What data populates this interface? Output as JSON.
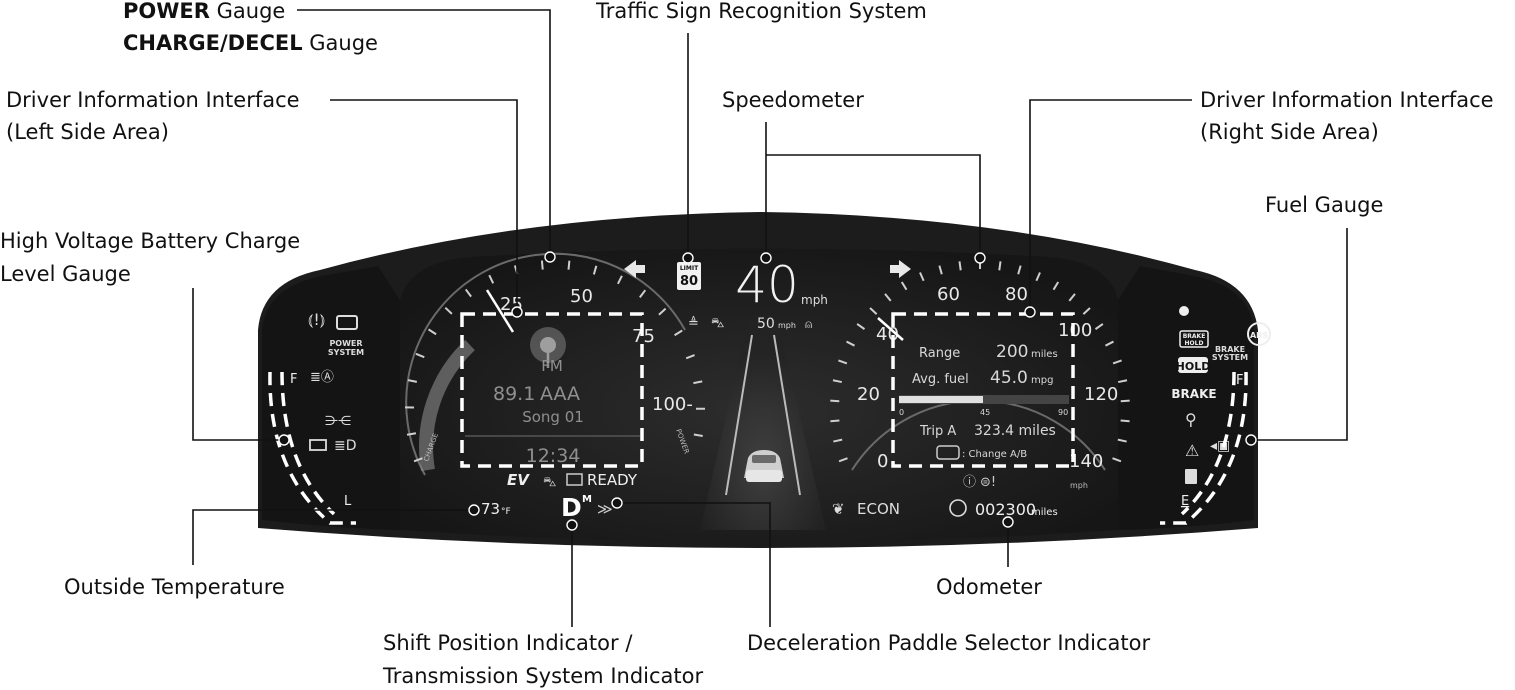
{
  "callouts": {
    "power_gauge_bold": "POWER",
    "power_gauge_rest": " Gauge",
    "charge_decel_bold": "CHARGE/DECEL",
    "charge_decel_rest": " Gauge",
    "traffic_sign": "Traffic Sign Recognition System",
    "speedometer": "Speedometer",
    "dii_left_1": "Driver Information Interface",
    "dii_left_2": "(Left Side Area)",
    "dii_right_1": "Driver Information Interface",
    "dii_right_2": "(Right Side Area)",
    "fuel_gauge": "Fuel Gauge",
    "hv_battery_1": "High Voltage Battery Charge",
    "hv_battery_2": "Level Gauge",
    "outside_temp": "Outside Temperature",
    "shift_1": "Shift Position Indicator /",
    "shift_2": "Transmission System Indicator",
    "decel_paddle": "Deceleration Paddle Selector Indicator",
    "odometer": "Odometer"
  },
  "cluster": {
    "limit_label": "LIMIT",
    "limit_value": "80",
    "speed": "40",
    "speed_unit": "mph",
    "set_speed": "50",
    "set_speed_unit": "mph",
    "power_gauge_labels": [
      "25",
      "50",
      "75",
      "100-"
    ],
    "power_gauge_charge": "CHARGE",
    "power_gauge_power": "POWER",
    "speedo_labels": [
      "0",
      "20",
      "40",
      "60",
      "80",
      "100",
      "120",
      "140"
    ],
    "speedo_unit": "mph",
    "audio": {
      "band": "FM",
      "frequency": "89.1",
      "station": "AAA",
      "song": "Song 01",
      "clock": "12:34"
    },
    "trip": {
      "range_label": "Range",
      "range_value": "200",
      "range_unit": "miles",
      "avg_fuel_label": "Avg. fuel",
      "avg_fuel_value": "45.0",
      "avg_fuel_unit": "mpg",
      "bar_labels": [
        "0",
        "45",
        "90"
      ],
      "trip_label": "Trip A",
      "trip_value": "323.4 miles",
      "change_text": ": Change A/B"
    },
    "ev_label": "EV",
    "ready_label": "READY",
    "temperature": "73",
    "temperature_unit": "°F",
    "shift": "D",
    "shift_sup": "M",
    "econ_label": "ECON",
    "odometer_value": "002300",
    "odometer_unit": "miles",
    "hv_battery_f": "F",
    "hv_battery_l": "L",
    "fuel_f": "F",
    "fuel_e": "E",
    "power_system_1": "POWER",
    "power_system_2": "SYSTEM",
    "brake_hold_1": "BRAKE",
    "brake_hold_2": "HOLD",
    "hold_label": "HOLD",
    "brake_system_1": "BRAKE",
    "brake_system_2": "SYSTEM",
    "brake_label": "BRAKE",
    "abs_label": "ABS"
  }
}
